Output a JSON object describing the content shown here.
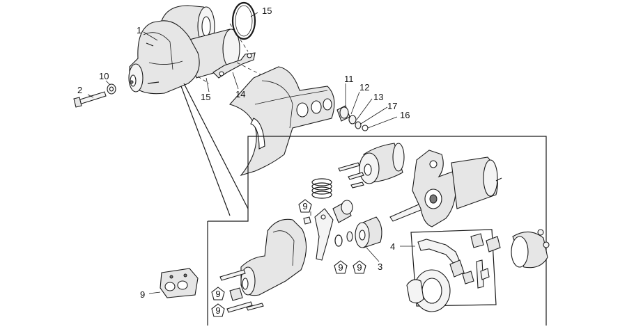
{
  "labels": {
    "l1": "1",
    "l2": "2",
    "l3": "3",
    "l4": "4",
    "l9": "9",
    "l10": "10",
    "l11": "11",
    "l12": "12",
    "l13": "13",
    "l14": "14",
    "l15a": "15",
    "l15b": "15",
    "l16": "16",
    "l17": "17"
  },
  "tags": {
    "t1": "9",
    "t2": "9",
    "t3": "9",
    "t4": "9",
    "t5": "9"
  }
}
